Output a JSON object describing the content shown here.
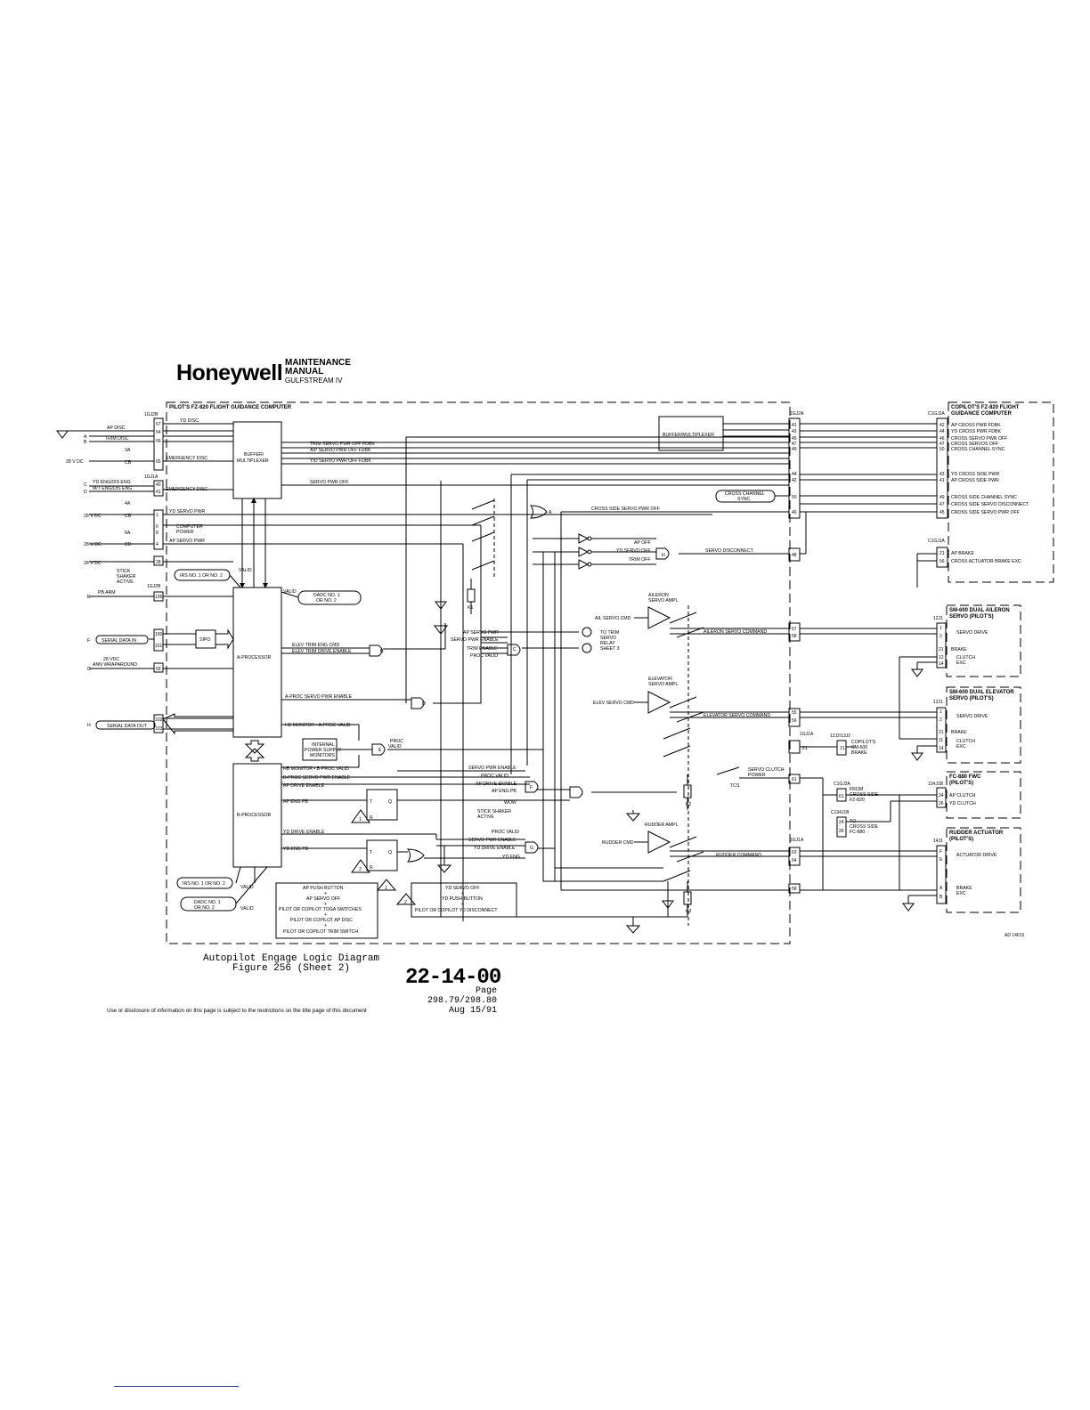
{
  "header": {
    "brand": "Honeywell",
    "line1": "MAINTENANCE",
    "line2": "MANUAL",
    "line3": "GULFSTREAM IV"
  },
  "blocks": {
    "pilot_fgc": "PILOT'S FZ-820 FLIGHT GUIDANCE COMPUTER",
    "copilot_fgc_1": "COPILOT'S FZ-820 FLIGHT",
    "copilot_fgc_2": "GUIDANCE COMPUTER",
    "buffer_1": "BUFFER/",
    "buffer_2": "MULTIPLEXER",
    "buffer_right": "BUFFER/MULTIPLEXER",
    "a_processor": "A-PROCESSOR",
    "b_processor": "B-PROCESSOR",
    "sipo": "SIPO",
    "cross_sync_1": "CROSS CHANNEL",
    "cross_sync_2": "SYNC",
    "sm600_ail_1": "SM-600 DUAL AILERON",
    "sm600_ail_2": "SERVO (PILOT'S)",
    "sm600_elev_1": "SM-600 DUAL ELEVATOR",
    "sm600_elev_2": "SERVO (PILOT'S)",
    "fc880_1": "FC-880 FWC",
    "fc880_2": "(PILOT'S)",
    "rudder_act_1": "RUDDER ACTUATOR",
    "rudder_act_2": "(PILOT'S)"
  },
  "connectors": {
    "p1": "1GJ2B",
    "p2": "1GJ1A",
    "p3": "1GJ2B",
    "r1": "1GJ2A",
    "r2": "1GJ1A",
    "r3": "1GJ1A",
    "c1": "C1GJ2A",
    "c2": "C1GJ1A",
    "a1": "12J1",
    "e1": "13J1",
    "f1": "134J1B",
    "rd": "14J1"
  },
  "left_inputs": [
    "AP DISC",
    "TRIM DISC",
    "28 V DC",
    "YD ENG/DIS ENG",
    "M/T ENG/DIS ENG",
    "28 V DC",
    "28 V DC",
    "28 V DC",
    "STICK",
    "SHAKER",
    "ACTIVE",
    "PB ARM",
    "SERIAL DATA IN",
    "28 VDC",
    "ANN WRAPAROUND",
    "SERIAL DATA OUT"
  ],
  "left_letters": [
    "A",
    "B",
    "C",
    "D",
    "E",
    "F",
    "G",
    "H"
  ],
  "cb": [
    "3A",
    "4A",
    "6A",
    "CB",
    "CB",
    "CB"
  ],
  "pilot_pins": [
    "67",
    "54",
    "66",
    "65",
    "40",
    "41",
    "1",
    "6",
    "8",
    "4",
    "28",
    "106",
    "100",
    "101",
    "69",
    "102",
    "103"
  ],
  "internal_signals": [
    "YD DISC",
    "EMERGENCY DISC",
    "EMERGENCY DISC",
    "YD SERVO PWR",
    "COMPUTER",
    "POWER",
    "AP SERVO PWR",
    "IRS NO. 1 OR NO. 2",
    "VALID",
    "DADC NO. 1",
    "OR NO. 2",
    "VALID",
    "TRIM SERVO PWR OFF FDBK",
    "A/P SERVO PWR OFF FDBK",
    "Y/D SERVO PWR OFF FDBK",
    "SERVO PWR OFF",
    "CROSS SIDE SERVO PWR OFF",
    "ELEV TRIM ENG CMD",
    "ELEV TRIM DRIVE ENABLE",
    "A-PROC SERVO PWR ENABLE",
    "HB MONITOR • A-PROC VALID",
    "INTERNAL",
    "POWER SUPPLY",
    "MONITORS",
    "PROC",
    "VALID",
    "HB MONITOR • B-PROC VALID",
    "B-PROC SERVO PWR ENABLE",
    "AP DRIVE ENABLE",
    "AP ENG PB",
    "YD DRIVE ENABLE",
    "YD ENG PB",
    "IRS NO. 1 OR NO. 2",
    "VALID",
    "DADC NO. 1",
    "OR NO. 2",
    "VALID"
  ],
  "middle_signals": [
    "AP OFF",
    "YD SERVO OFF",
    "TRIM OFF",
    "SERVO DISCONNECT",
    "AP SERVO PWR",
    "SERVO PWR ENABLE",
    "TRIM ENABLE",
    "PROC VALID",
    "TO TRIM",
    "SERVO",
    "RELAY",
    "SHEET 3",
    "SERVO PWR ENABLE",
    "PROC VALID",
    "AP DRIVE ENABLE",
    "AP ENG PB",
    "WOW",
    "STICK SHAKER",
    "ACTIVE",
    "PROC VALID",
    "SERVO PWR ENABLE",
    "YD DRIVE ENABLE",
    "YD ENG",
    "K1",
    "K2",
    "K3"
  ],
  "servo_amps": [
    "AILERON",
    "SERVO AMPL",
    "AIL SERVO CMD",
    "AILERON SERVO COMMAND",
    "ELEVATOR",
    "SERVO AMPL",
    "ELEV SERVO CMD",
    "ELEVATOR SERVO COMMAND",
    "RUDDER AMPL",
    "RUDDER CMD",
    "RUDDER COMMAND",
    "SERVO CLUTCH",
    "POWER",
    "TCS"
  ],
  "gates": [
    "A",
    "B",
    "C",
    "D",
    "E",
    "F",
    "G",
    "H",
    "J"
  ],
  "copilot_signals": [
    "AP CROSS PWR FDBK",
    "YD CROSS PWR FDBK",
    "CROSS SERVO PWR OFF",
    "CROSS SERVOS OFF",
    "CROSS CHANNEL SYNC",
    "YD CROSS SIDE PWR",
    "AP CROSS SIDE PWR",
    "CROSS SIDE CHANNEL SYNC",
    "CROSS SIDE SERVO DISCONNECT",
    "CROSS SIDE SERVO PWR OFF",
    "AP BRAKE",
    "CROSS ACTUATOR BRAKE EXC"
  ],
  "copilot_pins": [
    "42",
    "44",
    "46",
    "47",
    "50",
    "43",
    "41",
    "49",
    "47",
    "45",
    "21",
    "56"
  ],
  "right_pins": [
    "41",
    "43",
    "45",
    "47",
    "49",
    "44",
    "42",
    "50",
    "46",
    "48",
    "57",
    "58",
    "55",
    "56",
    "21",
    "61",
    "63",
    "64",
    "58"
  ],
  "servo_pins": [
    "1",
    "2",
    "21",
    "12",
    "14",
    "1",
    "2",
    "21",
    "11",
    "14",
    "24",
    "26",
    "F",
    "E",
    "A",
    "B"
  ],
  "servo_labels": [
    "SERVO DRIVE",
    "BRAKE",
    "CLUTCH",
    "EXC",
    "SERVO DRIVE",
    "BRAKE",
    "CLUTCH",
    "EXC",
    "AP CLUTCH",
    "YD CLUTCH",
    "ACTUATOR DRIVE",
    "BRAKE",
    "EXC"
  ],
  "brake_block": [
    "12J2/13J2",
    "COPILOT'S",
    "SM-600",
    "BRAKE",
    "21",
    "21"
  ],
  "cross_side": [
    "C1GJ2A",
    "61",
    "FROM",
    "CROSS SIDE",
    "FZ-820",
    "C134J1B",
    "24",
    "26",
    "TO",
    "CROSS SIDE",
    "FC-880"
  ],
  "notes": {
    "box1": [
      "AP PUSH BUTTON",
      "+",
      "AP SERVO OFF",
      "+",
      "PILOT OR COPILOT TOGA SWITCHES",
      "+",
      "PILOT OR COPILOT AP DISC",
      "+",
      "PILOT OR COPILOT TRIM SWITCH"
    ],
    "box2": [
      "YD SERVO OFF",
      "+",
      "YD PUSH BUTTON",
      "+",
      "PILOT OR COPILOT YD DISCONNECT"
    ],
    "tri1": "1",
    "tri2": "2"
  },
  "flipflop": [
    "T",
    "Q",
    "R",
    "T",
    "Q",
    "R"
  ],
  "fig_id": "AD 14615",
  "caption": {
    "line1": "Autopilot Engage Logic Diagram",
    "line2": "Figure 256 (Sheet 2)"
  },
  "page": {
    "number": "22-14-00",
    "page": "Page 298.79/298.80",
    "date": "Aug 15/91"
  },
  "footer": "Use or disclosure of information on this page is subject to the restrictions on the title page of this document"
}
